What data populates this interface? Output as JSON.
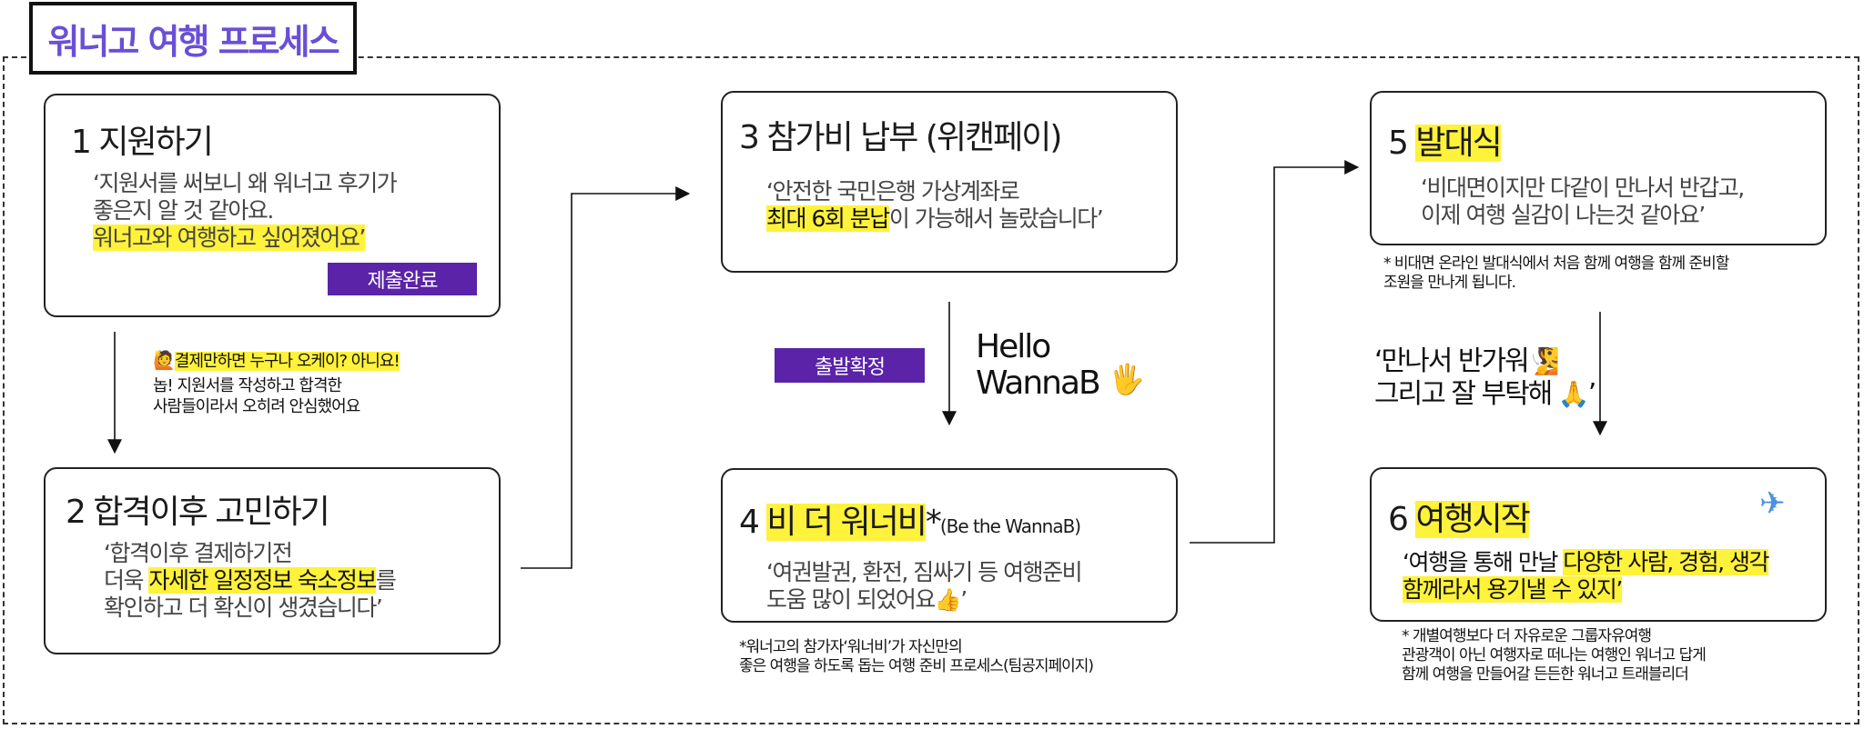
{
  "title": "워너고 여행 프로세스",
  "steps": {
    "s1": {
      "title": "1 지원하기",
      "quote1": "‘지원서를 써보니 왜 워너고 후기가",
      "quote2": "좋은지 알 것 같아요.",
      "quote3": "워너고와 여행하고 싶어졌어요’",
      "badge": "제출완료"
    },
    "s2": {
      "title": "2 합격이후 고민하기",
      "quote1": "‘합격이후 결제하기전",
      "quote2a": "더욱 ",
      "quote2b": "자세한 일정정보 숙소정보",
      "quote2c": "를",
      "quote3": "확인하고 더 확신이 생겼습니다’"
    },
    "s3": {
      "title": "3 참가비 납부 (위캔페이)",
      "quote1": "‘안전한 국민은행 가상계좌로",
      "quote2a": "최대 6회 분납",
      "quote2b": "이 가능해서 놀랐습니다’"
    },
    "s4": {
      "title_num": "4 ",
      "title_hl": "비 더 워너비",
      "title_star": "*",
      "title_sub": "(Be the WannaB)",
      "quote1": "‘여권발권, 환전, 짐싸기 등 여행준비",
      "quote2": "도움 많이 되었어요",
      "quote2_end": "’",
      "quote_emoji": "👍",
      "note1": "*워너고의 참가자‘워너비’가 자신만의",
      "note2": "좋은 여행을 하도록 돕는 여행 준비 프로세스(팀공지페이지)"
    },
    "s5": {
      "title_num": "5 ",
      "title_hl": "발대식",
      "quote1": "‘비대면이지만 다같이 만나서 반갑고,",
      "quote2": "이제 여행 실감이 나는것 같아요’",
      "note1": "* 비대면 온라인 발대식에서 처음 함께 여행을 함께 준비할",
      "note2": "조원을 만나게 됩니다."
    },
    "s6": {
      "title_num": "6 ",
      "title_hl": "여행시작",
      "plane_icon": "✈",
      "quote1a": "‘여행을 통해 만날 ",
      "quote1b": "다양한 사람, 경험, 생각",
      "quote2": "함께라서 용기낼 수 있지’",
      "note1": "* 개별여행보다 더 자유로운 그룹자유여행",
      "note2": "관광객이 아닌 여행자로 떠나는 여행인 워너고 답게",
      "note3": "함께 여행을 만들어갈 든든한 워너고 트래블리더"
    }
  },
  "side": {
    "payment_hl": "결제만하면 누구나 오케이? 아니요!",
    "payment_line1": "놉! 지원서를 작성하고 합격한",
    "payment_line2": "사람들이라서 오히려 안심했어요",
    "payment_emoji": "🙋",
    "departure_badge": "출발확정",
    "hello_line1": "Hello",
    "hello_line2": "WannaB",
    "hello_emoji": "🖐",
    "meet_line1": "‘만나서 반가워",
    "meet_emoji1": "🧏",
    "meet_line2": "그리고 잘 부탁해",
    "meet_emoji2": "🙏",
    "meet_end": "’"
  },
  "colors": {
    "accent": "#6a4fd6",
    "badge": "#5a23a8",
    "highlight": "#fff23a"
  }
}
